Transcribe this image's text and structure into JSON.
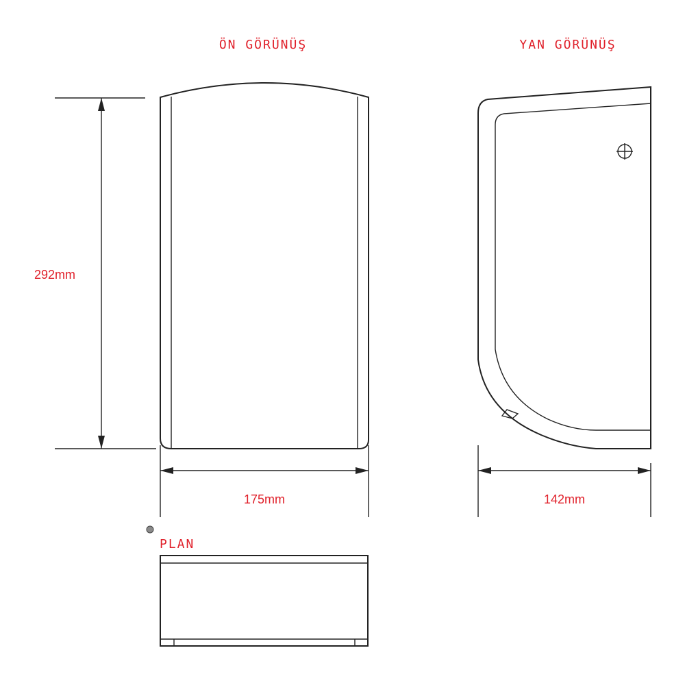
{
  "labels": {
    "front_view": "ÖN GÖRÜNÜŞ",
    "side_view": "YAN GÖRÜNÜŞ",
    "plan": "PLAN"
  },
  "dimensions": {
    "height": "292mm",
    "width": "175mm",
    "depth": "142mm"
  },
  "colors": {
    "label": "#e0202a",
    "line": "#222222",
    "background": "#ffffff"
  }
}
